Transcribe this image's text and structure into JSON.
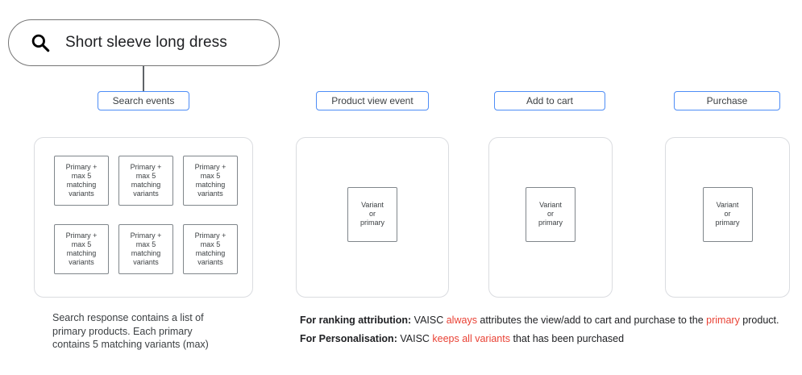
{
  "colors": {
    "accent_blue": "#4e8df6",
    "highlight_red": "#e94235",
    "container_border": "#dadce0",
    "box_border": "#80868b"
  },
  "search": {
    "query": "Short sleeve long dress"
  },
  "columns": [
    {
      "label": "Search events",
      "boxes": [
        "Primary +\nmax 5\nmatching\nvariants",
        "Primary +\nmax 5\nmatching\nvariants",
        "Primary +\nmax 5\nmatching\nvariants",
        "Primary +\nmax 5\nmatching\nvariants",
        "Primary +\nmax 5\nmatching\nvariants",
        "Primary +\nmax 5\nmatching\nvariants"
      ]
    },
    {
      "label": "Product view event",
      "boxes": [
        "Variant\nor\nprimary"
      ]
    },
    {
      "label": "Add to cart",
      "boxes": [
        "Variant\nor\nprimary"
      ]
    },
    {
      "label": "Purchase",
      "boxes": [
        "Variant\nor\nprimary"
      ]
    }
  ],
  "notes": {
    "search_response": "Search response contains a list of\nprimary products. Each primary\ncontains 5 matching variants (max)",
    "ranking": [
      {
        "text": "For ranking attribution: "
      },
      {
        "text": "VAISC "
      },
      {
        "text": "always"
      },
      {
        "text": " attributes the view/add to cart and purchase to the "
      },
      {
        "text": "primary"
      },
      {
        "text": " product."
      }
    ],
    "personalisation": [
      {
        "text": "For Personalisation: "
      },
      {
        "text": "VAISC "
      },
      {
        "text": "keeps all variants"
      },
      {
        "text": " that has been purchased"
      }
    ]
  }
}
